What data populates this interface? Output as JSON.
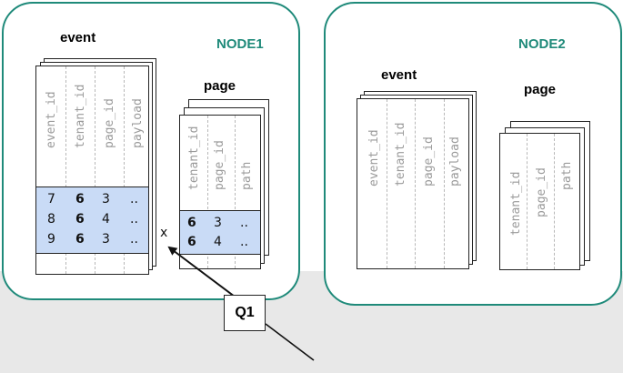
{
  "nodes": [
    {
      "title": "NODE1",
      "tables": [
        {
          "title": "event",
          "columns": [
            "event_id",
            "tenant_id",
            "page_id",
            "payload"
          ],
          "rows": [
            [
              "7",
              "6",
              "3",
              ".."
            ],
            [
              "8",
              "6",
              "4",
              ".."
            ],
            [
              "9",
              "6",
              "3",
              ".."
            ]
          ]
        },
        {
          "title": "page",
          "columns": [
            "tenant_id",
            "page_id",
            "path"
          ],
          "rows": [
            [
              "6",
              "3",
              ".."
            ],
            [
              "6",
              "4",
              ".."
            ]
          ]
        }
      ]
    },
    {
      "title": "NODE2",
      "tables": [
        {
          "title": "event",
          "columns": [
            "event_id",
            "tenant_id",
            "page_id",
            "payload"
          ]
        },
        {
          "title": "page",
          "columns": [
            "tenant_id",
            "page_id",
            "path"
          ]
        }
      ]
    }
  ],
  "join_marker": "x",
  "query_label": "Q1",
  "colors": {
    "node_border": "#1f8a7a",
    "node_title": "#1f8a7a",
    "highlight": "#c9dbf6",
    "column_label": "#9a9a9a",
    "background_band": "#e8e8e8"
  }
}
